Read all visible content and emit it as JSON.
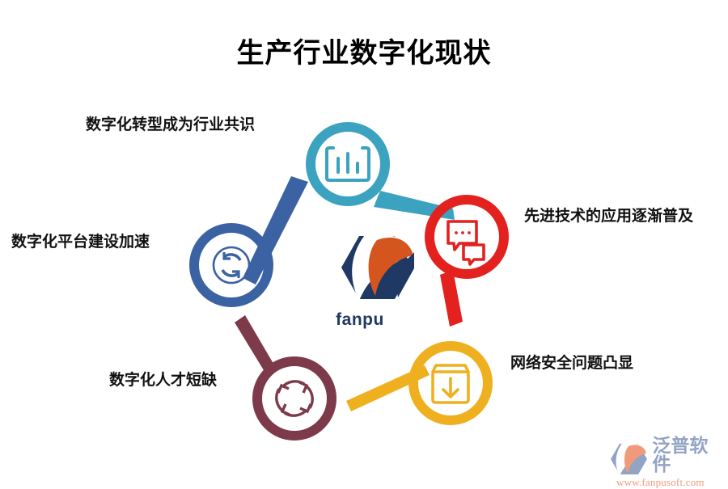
{
  "page": {
    "title": "生产行业数字化现状",
    "background": "#FFFFFF"
  },
  "center_logo": {
    "brand": "fanpu",
    "shape": "hexagon-swoosh-logo",
    "colors": {
      "navy": "#1F3864",
      "orange": "#D4561E",
      "text": "#1F3864"
    }
  },
  "nodes": [
    {
      "id": "node-1",
      "label": "数字化转型成为行业共识",
      "icon": "bar-chart-icon",
      "color": "#3BA3BF",
      "position": "top-center"
    },
    {
      "id": "node-2",
      "label": "先进技术的应用逐渐普及",
      "icon": "chat-bubbles-icon",
      "color": "#E3211E",
      "position": "right-upper"
    },
    {
      "id": "node-3",
      "label": "数字化平台建设加速",
      "icon": "refresh-sync-icon",
      "color": "#3B62A3",
      "position": "left-middle"
    },
    {
      "id": "node-4",
      "label": "网络安全问题凸显",
      "icon": "download-box-icon",
      "color": "#EFB01F",
      "position": "right-lower"
    },
    {
      "id": "node-5",
      "label": "数字化人才短缺",
      "icon": "recycle-arrows-icon",
      "color": "#7D3A4A",
      "position": "bottom-left"
    }
  ],
  "watermark": {
    "name": "泛普软件",
    "url": "www.fanpusoft.com",
    "icon": "fanpu-logo-icon",
    "name_color": "#93A3C4",
    "url_color": "#F09A7A"
  }
}
